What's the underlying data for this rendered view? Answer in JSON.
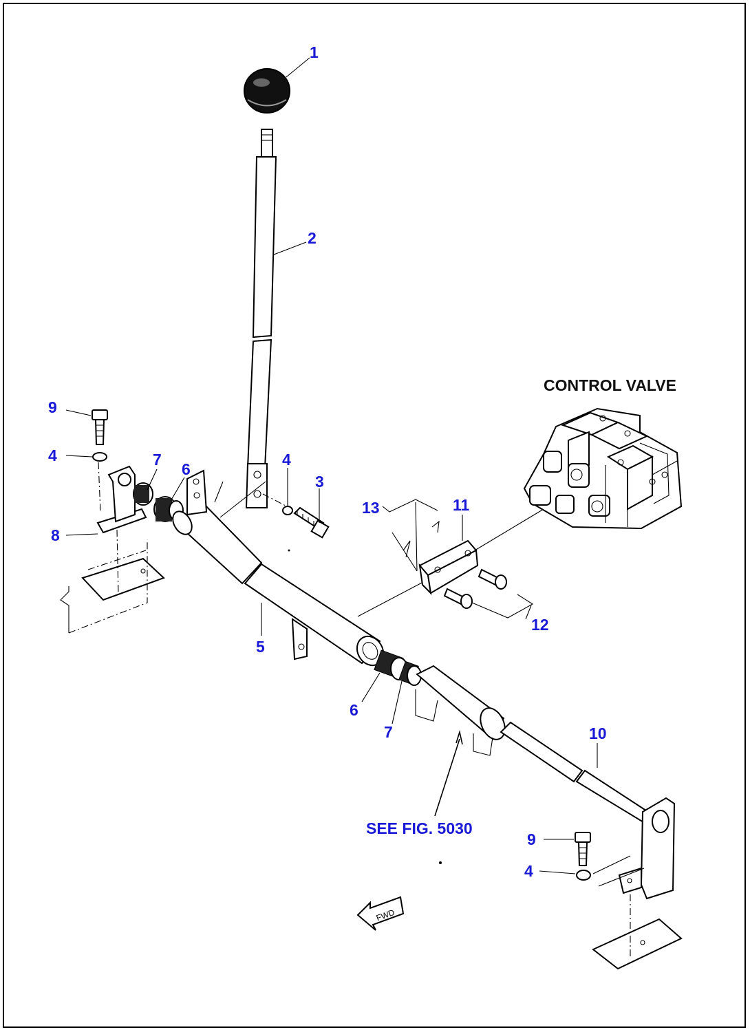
{
  "labels": {
    "control_valve": "CONTROL VALVE",
    "see_fig": "SEE FIG. 5030",
    "fwd": "FWD"
  },
  "callouts": {
    "c1": "1",
    "c2": "2",
    "c3": "3",
    "c4_top_left": "4",
    "c4_mid": "4",
    "c4_bottom": "4",
    "c5": "5",
    "c6_left": "6",
    "c6_mid": "6",
    "c7_left": "7",
    "c7_mid": "7",
    "c8": "8",
    "c9_left": "9",
    "c9_bottom": "9",
    "c10": "10",
    "c11": "11",
    "c12": "12",
    "c13": "13"
  },
  "colors": {
    "callout": "#1a1ad6",
    "linework": "#000000",
    "background": "#ffffff"
  }
}
